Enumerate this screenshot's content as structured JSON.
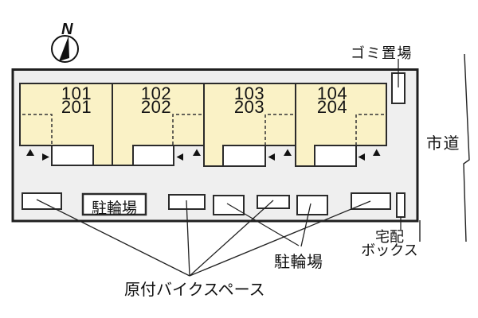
{
  "diagram_type": "apartment-site-plan",
  "compass": {
    "north_label": "N"
  },
  "units": [
    {
      "floor1": "101",
      "floor2": "201"
    },
    {
      "floor1": "102",
      "floor2": "202"
    },
    {
      "floor1": "103",
      "floor2": "203"
    },
    {
      "floor1": "104",
      "floor2": "204"
    }
  ],
  "labels": {
    "garbage_area": "ゴミ置場",
    "city_road": "市道",
    "bicycle_parking_box": "駐輪場",
    "bicycle_parking": "駐輪場",
    "delivery_box_line1": "宅配",
    "delivery_box_line2": "ボックス",
    "moped_bike_space": "原付バイクスペース"
  },
  "colors": {
    "unit_fill": "#faf2c6",
    "site_background": "#efefef",
    "outline": "#222222",
    "page_background": "#ffffff"
  }
}
